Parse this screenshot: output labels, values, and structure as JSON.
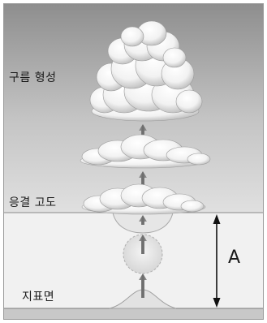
{
  "labels": {
    "cloud_formation": "구름 형성",
    "condensation_level": "응결 고도",
    "ground_surface": "지표면",
    "height_marker": "A"
  },
  "colors": {
    "upper_sky_top": "#8e8e8e",
    "upper_sky_bottom": "#dcdcdc",
    "lower_layer": "#f1f1f1",
    "ground": "#c8c8c8",
    "arrow": "#7a7a7a",
    "boundary_line": "#8a8a8a",
    "cloud": "#ffffff"
  }
}
